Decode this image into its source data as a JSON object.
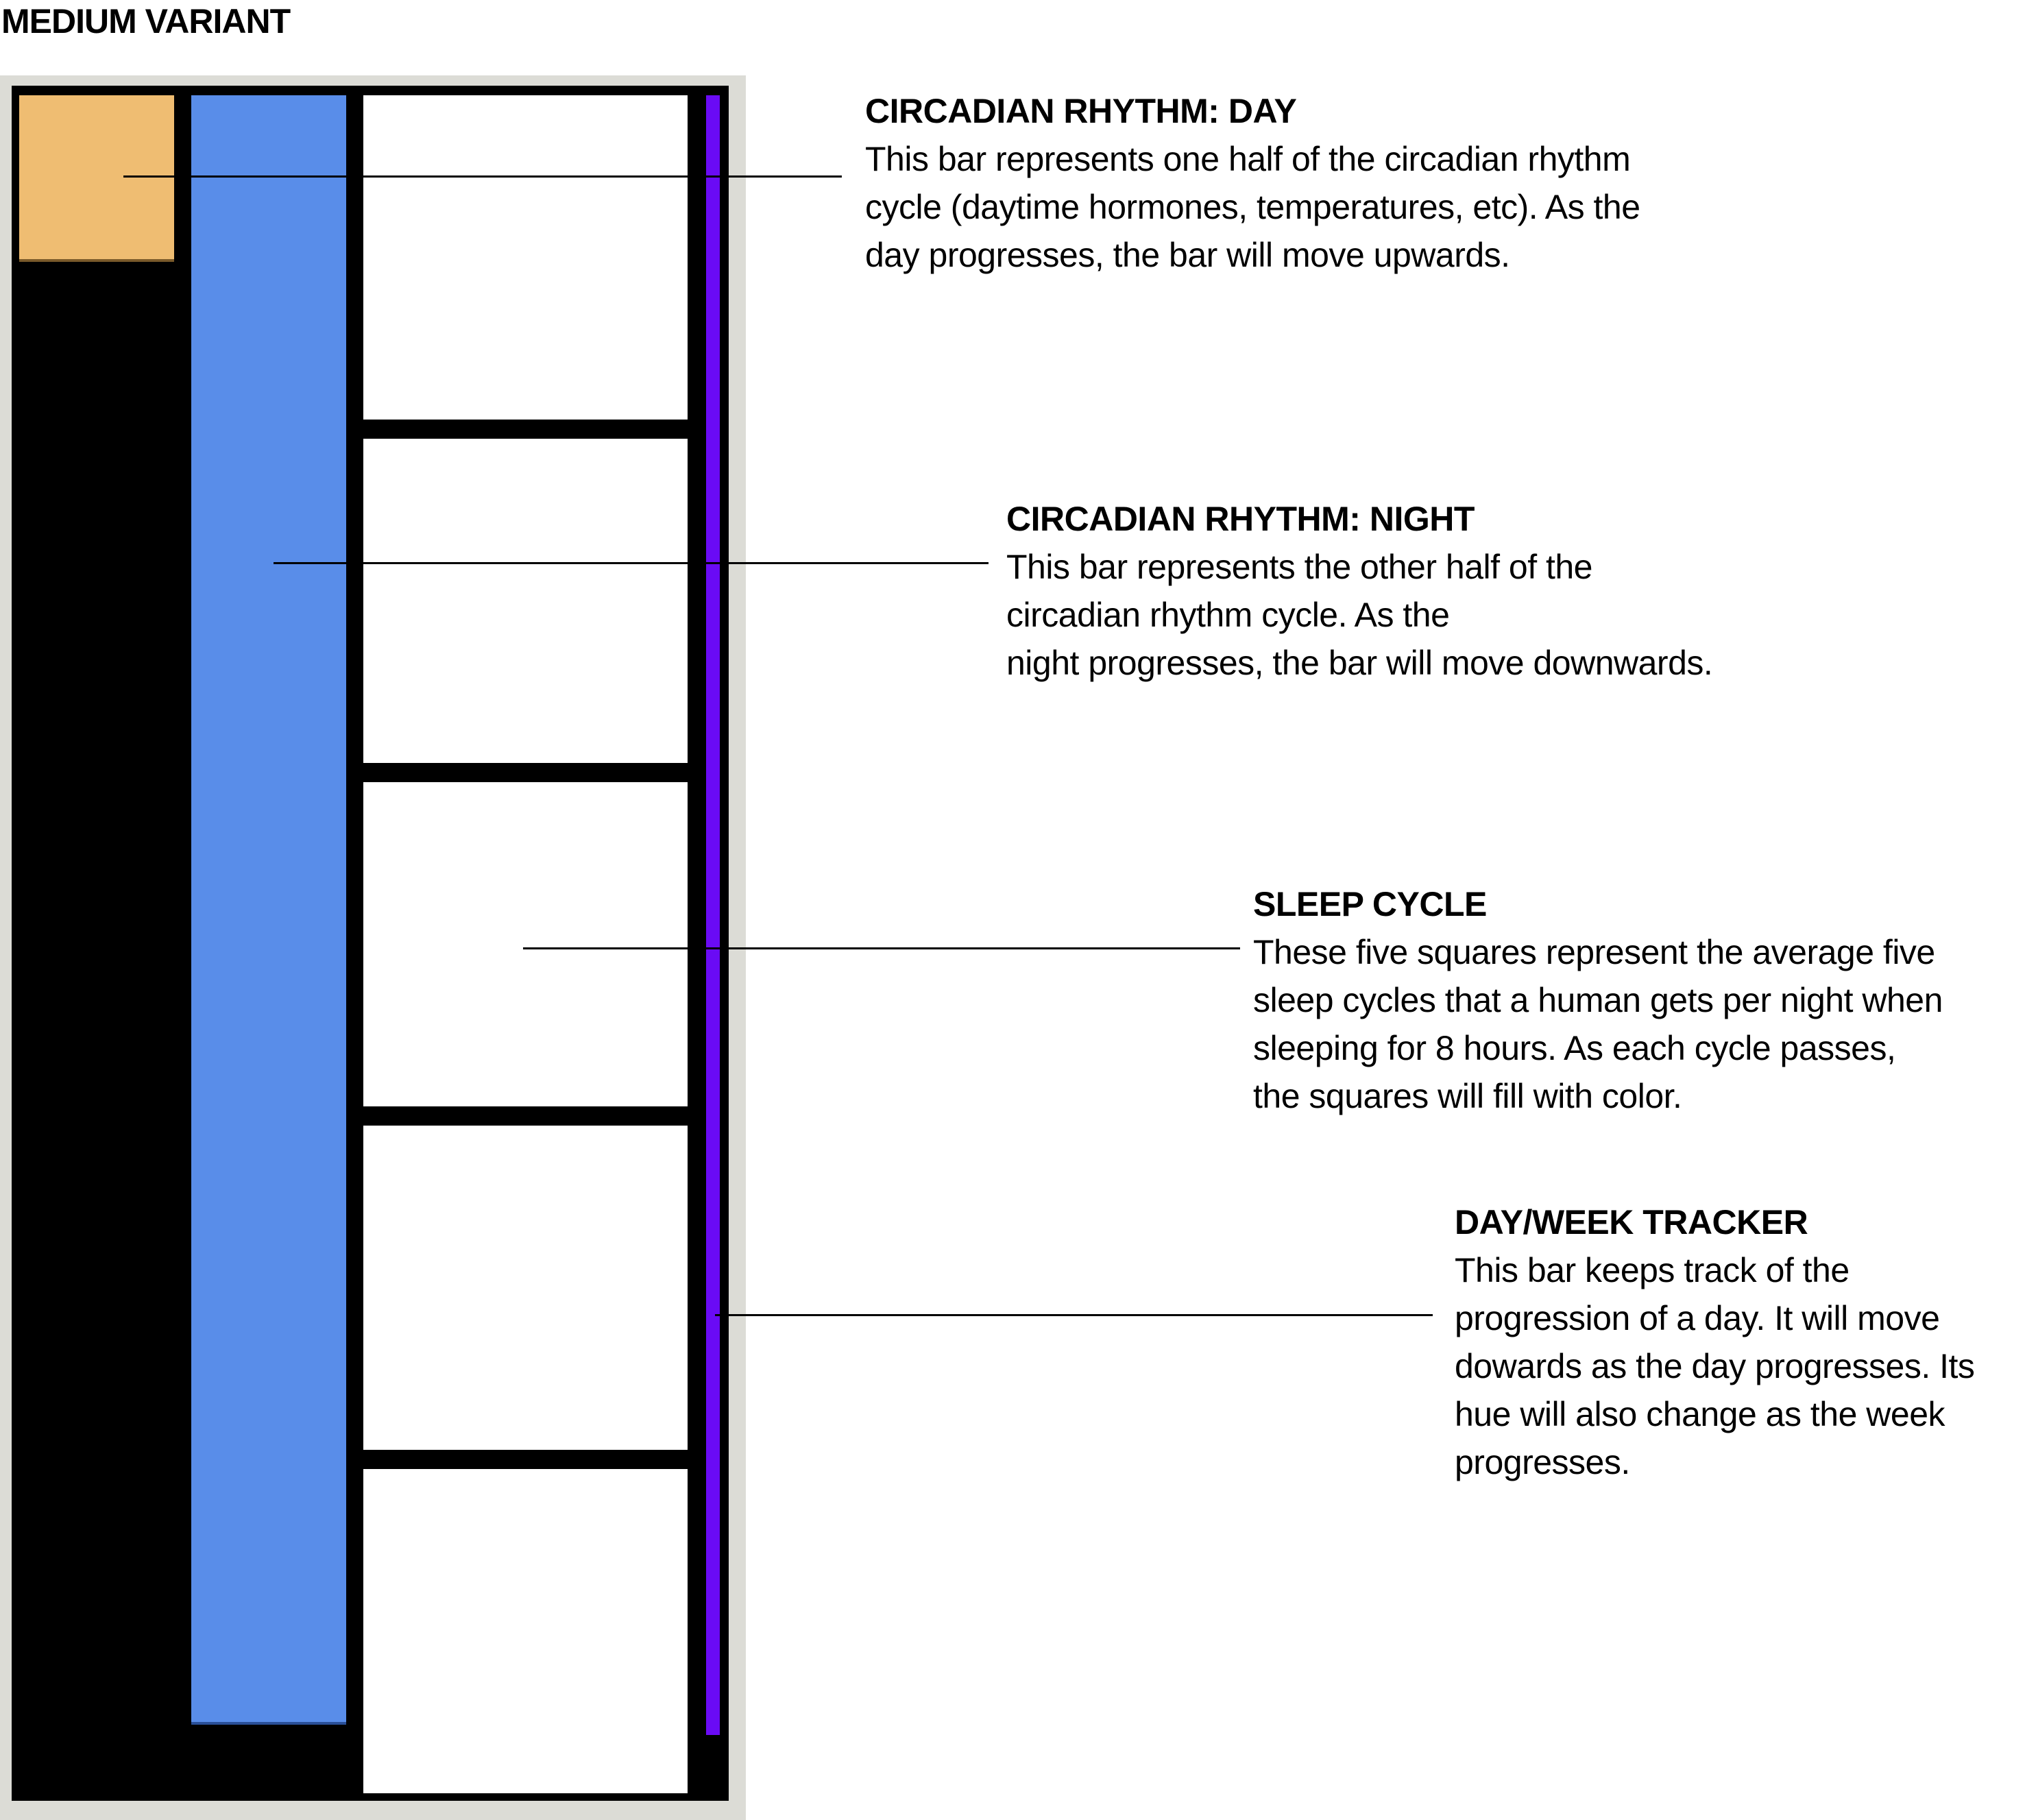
{
  "title": "MEDIUM VARIANT",
  "widget": {
    "day_bar": {
      "color": "#efbd72",
      "fill_fraction": 0.098
    },
    "night_bar": {
      "color": "#598de9",
      "fill_fraction": 0.96
    },
    "sleep_cycle": {
      "count": 5,
      "filled": 0,
      "empty_color": "#ffffff"
    },
    "day_week_tracker": {
      "color": "#6a0bf5",
      "fill_fraction": 0.966
    }
  },
  "annotations": [
    {
      "heading": "CIRCADIAN RHYTHM: DAY",
      "lines": [
        "This bar represents one half of the circadian rhythm",
        "cycle (daytime hormones, temperatures, etc). As the",
        "day progresses, the bar will move upwards."
      ]
    },
    {
      "heading": "CIRCADIAN RHYTHM: NIGHT",
      "lines": [
        "This bar represents the other half of the",
        "circadian rhythm cycle. As the",
        "night progresses, the bar will move downwards."
      ]
    },
    {
      "heading": "SLEEP CYCLE",
      "lines": [
        "These five squares represent the average five",
        "sleep cycles that a human gets per night when",
        "sleeping for 8 hours. As each cycle passes,",
        "the squares will fill with color."
      ]
    },
    {
      "heading": "DAY/WEEK TRACKER",
      "lines": [
        "This bar keeps track of the",
        "progression of a day. It will move",
        "dowards as the day progresses. Its",
        "hue will also change as the week",
        "progresses."
      ]
    }
  ]
}
